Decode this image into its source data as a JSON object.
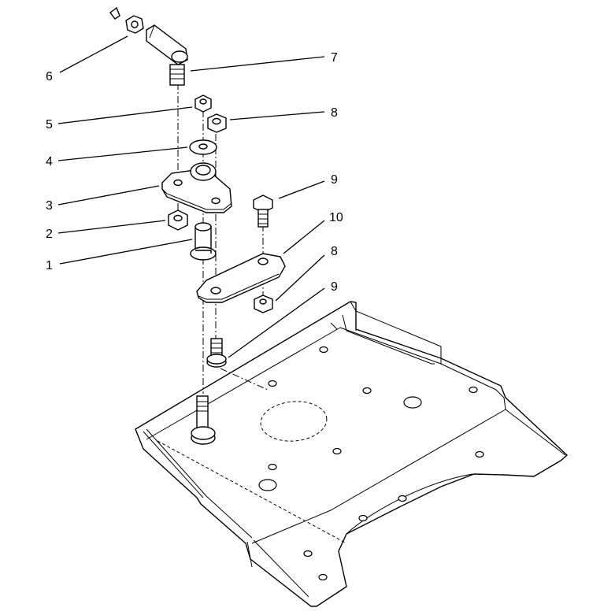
{
  "diagram": {
    "callouts": [
      "1",
      "2",
      "3",
      "4",
      "5",
      "6",
      "7",
      "8",
      "8",
      "9",
      "9",
      "10"
    ]
  }
}
